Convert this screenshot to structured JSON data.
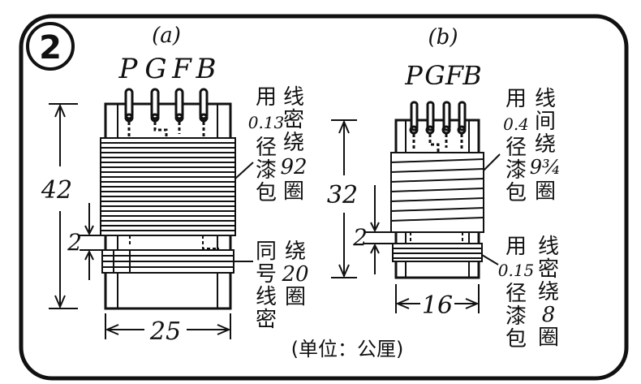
{
  "figure_number": "2",
  "units_note": "(单位：公厘)",
  "a": {
    "label": "(a)",
    "pins": [
      "P",
      "G",
      "F",
      "B"
    ],
    "height_dim": "42",
    "gap_dim": "2",
    "width_dim": "25",
    "upper_winding_label": [
      "用",
      "0.13",
      "径",
      "漆",
      "包",
      "线",
      "密",
      "绕",
      "92",
      "圈"
    ],
    "lower_winding_label": [
      "同",
      "号",
      "线",
      "密",
      "绕",
      "20",
      "圈"
    ]
  },
  "b": {
    "label": "(b)",
    "pins": [
      "P",
      "G",
      "F",
      "B"
    ],
    "height_dim": "32",
    "gap_dim": "2",
    "width_dim": "16",
    "upper_winding_label": [
      "用",
      "0.4",
      "径",
      "漆",
      "包",
      "线",
      "间",
      "绕",
      "9¾",
      "圈"
    ],
    "lower_winding_label": [
      "用",
      "0.15",
      "径",
      "漆",
      "包",
      "线",
      "密",
      "绕",
      "8",
      "圈"
    ]
  }
}
